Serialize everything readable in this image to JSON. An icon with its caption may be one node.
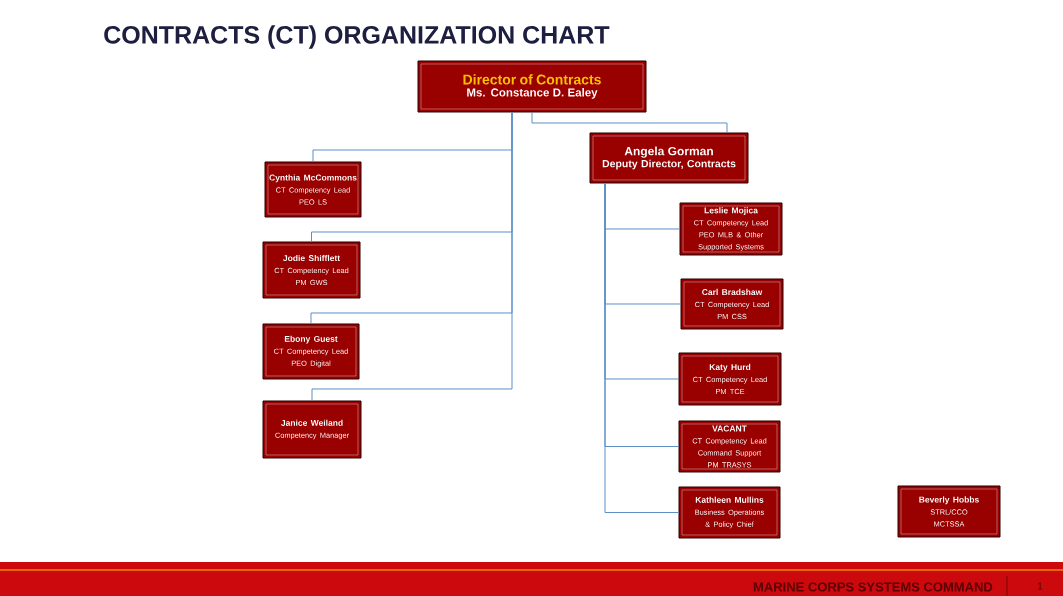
{
  "diagram": {
    "title": "CONTRACTS (CT) ORGANIZATION CHART",
    "nodes": [
      {
        "text": [
          "Director of Contracts",
          "Ms. Constance D. Ealey"
        ]
      },
      {
        "text": [
          "Cynthia McCommons",
          "CT Competency Lead",
          "PEO LS"
        ]
      },
      {
        "text": [
          "Jodie Shifflett",
          "CT Competency Lead",
          "PM GWS"
        ]
      },
      {
        "text": [
          "Ebony Guest",
          "CT Competency Lead",
          "PEO Digital"
        ]
      },
      {
        "text": [
          "Janice Weiland",
          "Competency Manager"
        ]
      },
      {
        "text": [
          "Angela Gorman",
          "Deputy Director, Contracts"
        ]
      },
      {
        "text": [
          "Leslie Mojica",
          "CT Competency Lead",
          "PEO MLB & Other Supported Systems"
        ]
      },
      {
        "text": [
          "Carl Bradshaw",
          "CT Competency Lead",
          "PM CSS"
        ]
      },
      {
        "text": [
          "Katy Hurd",
          "CT Competency Lead",
          "PM TCE"
        ]
      },
      {
        "text": [
          "VACANT",
          "CT Competency Lead",
          "Command Support",
          "PM TRASYS"
        ]
      },
      {
        "text": [
          "Kathleen Mullins",
          "Business Operations & Policy Chief"
        ]
      },
      {
        "text": [
          "Beverly Hobbs",
          "STRL/CCO",
          "MCTSSA"
        ]
      }
    ],
    "edges": [
      {
        "from": 0,
        "to": 1,
        "arrow": "none"
      },
      {
        "from": 0,
        "to": 2,
        "arrow": "none"
      },
      {
        "from": 0,
        "to": 3,
        "arrow": "none"
      },
      {
        "from": 0,
        "to": 4,
        "arrow": "none"
      },
      {
        "from": 0,
        "to": 5,
        "arrow": "none"
      },
      {
        "from": 5,
        "to": 6,
        "arrow": "none"
      },
      {
        "from": 5,
        "to": 7,
        "arrow": "none"
      },
      {
        "from": 5,
        "to": 8,
        "arrow": "none"
      },
      {
        "from": 5,
        "to": 9,
        "arrow": "none"
      },
      {
        "from": 5,
        "to": 10,
        "arrow": "none"
      }
    ],
    "labels": [
      "MARINE CORPS SYSTEMS COMMAND",
      "1"
    ]
  }
}
